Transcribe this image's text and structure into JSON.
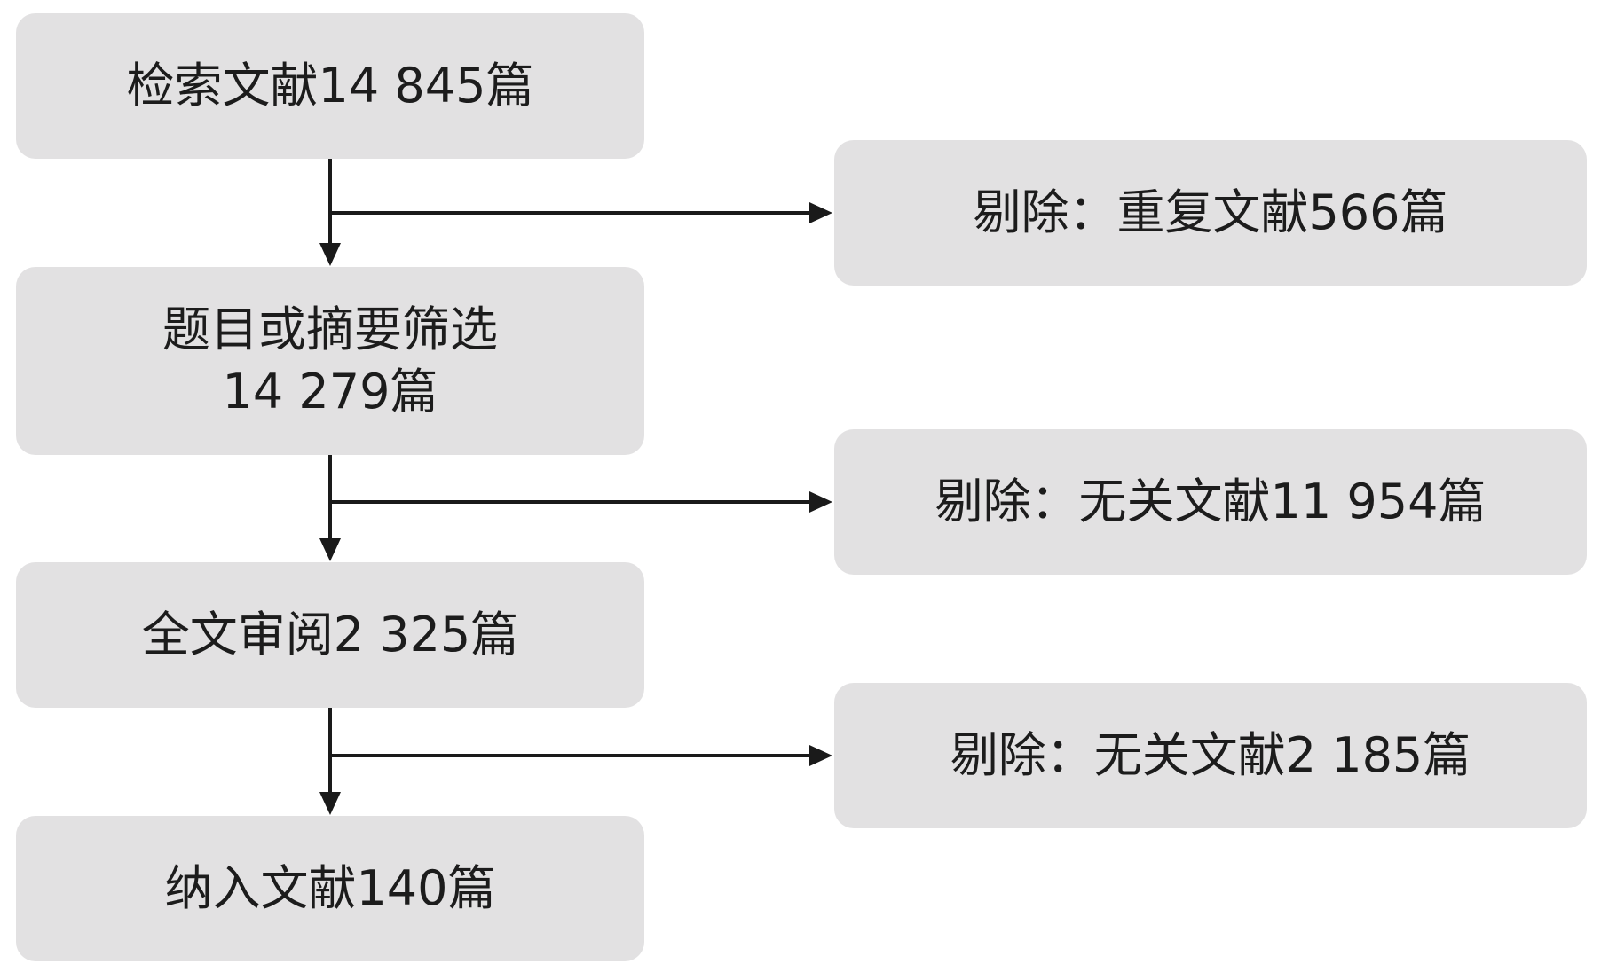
{
  "flow": {
    "search": {
      "text": "检索文献14 845篇"
    },
    "title_screen": {
      "line1": "题目或摘要筛选",
      "line2": "14 279篇"
    },
    "full_text": {
      "text": "全文审阅2 325篇"
    },
    "included": {
      "text": "纳入文献140篇"
    }
  },
  "exclusions": {
    "duplicates": {
      "text": "剔除：重复文献566篇"
    },
    "irrelevant_1": {
      "text": "剔除：无关文献11 954篇"
    },
    "irrelevant_2": {
      "text": "剔除：无关文献2 185篇"
    }
  },
  "colors": {
    "box_fill": "#e2e1e2",
    "text": "#1c1c1c",
    "connector": "#1a1a1a"
  }
}
